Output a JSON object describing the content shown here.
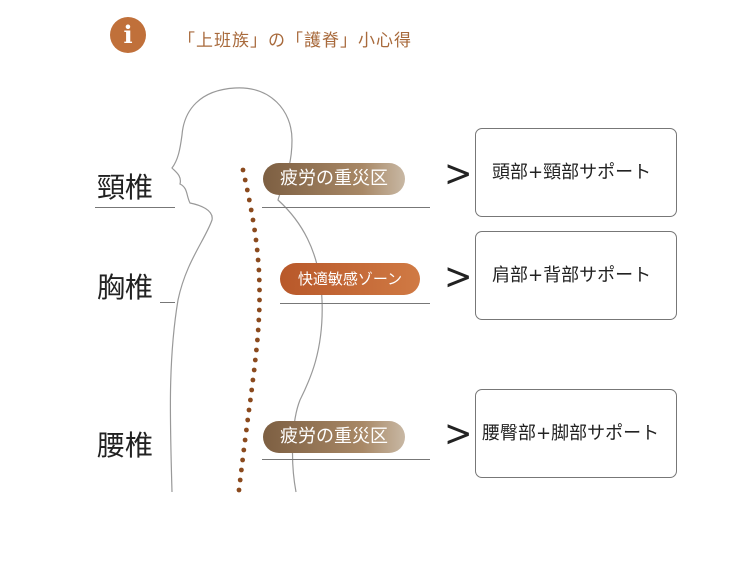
{
  "header": {
    "icon": "info-icon",
    "title": "「上班族」の「護脊」小心得"
  },
  "spine_labels": [
    "頸椎",
    "胸椎",
    "腰椎"
  ],
  "zones": [
    "疲労の重災区",
    "快適敏感ゾーン",
    "疲労の重災区"
  ],
  "supports": [
    "頭部+頸部サポート",
    "肩部+背部サポート",
    "腰臀部+脚部サポート"
  ],
  "colors": {
    "accent": "#c0703a",
    "dots": "#8b4a1e"
  }
}
